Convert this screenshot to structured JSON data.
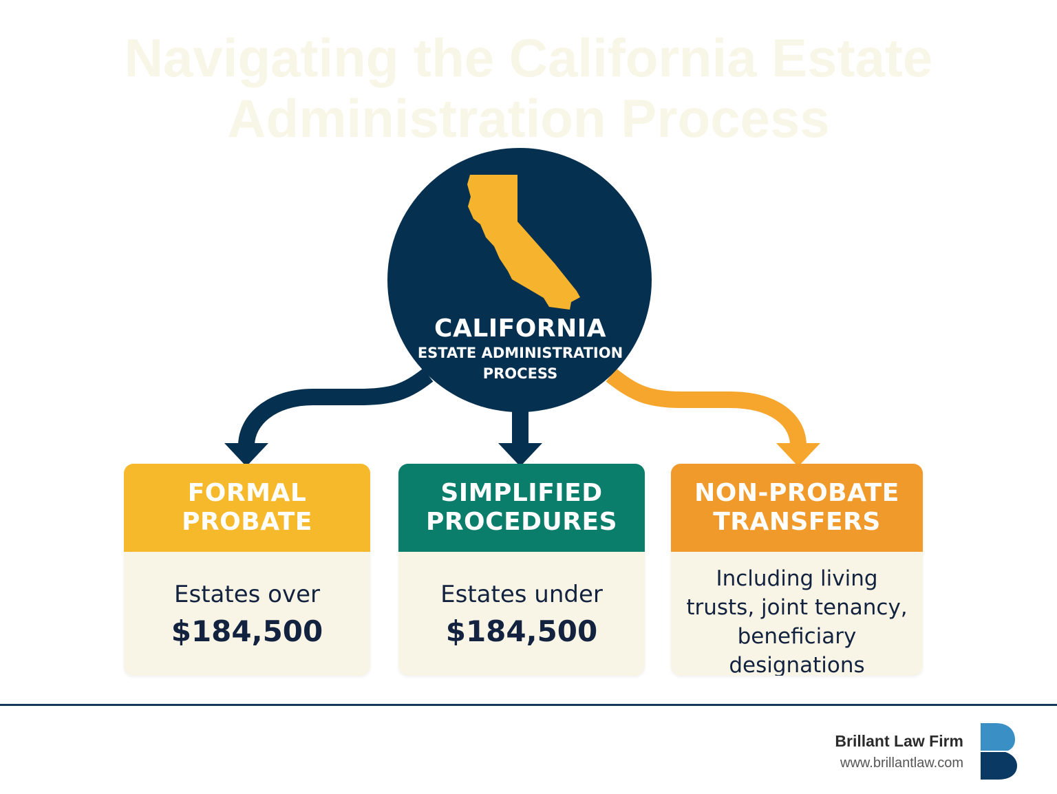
{
  "title": {
    "line1": "Navigating the California Estate",
    "line2": "Administration Process"
  },
  "hub": {
    "title": "CALIFORNIA",
    "subtitle_line1": "ESTATE ADMINISTRATION",
    "subtitle_line2": "PROCESS",
    "icon": "california-map-icon"
  },
  "cards": [
    {
      "heading_line1": "FORMAL",
      "heading_line2": "PROBATE",
      "body_line": "Estates over",
      "body_amount": "$184,500",
      "color": "#f6b92b"
    },
    {
      "heading_line1": "SIMPLIFIED",
      "heading_line2": "PROCEDURES",
      "body_line": "Estates under",
      "body_amount": "$184,500",
      "color": "#0a7d6b"
    },
    {
      "heading_line1": "NON-PROBATE",
      "heading_line2": "TRANSFERS",
      "body_lines": [
        "Including living",
        "trusts, joint tenancy,",
        "beneficiary",
        "designations"
      ],
      "color": "#f09a2c"
    }
  ],
  "footer": {
    "brand_name": "Brillant Law Firm",
    "brand_url": "www.brillantlaw.com",
    "logo_icon": "brillant-b-logo-icon"
  },
  "colors": {
    "navy": "#06304f",
    "gold": "#f6b32d",
    "teal": "#0a7d6b",
    "orange": "#f09a2c",
    "card_body": "#f8f5e6"
  }
}
